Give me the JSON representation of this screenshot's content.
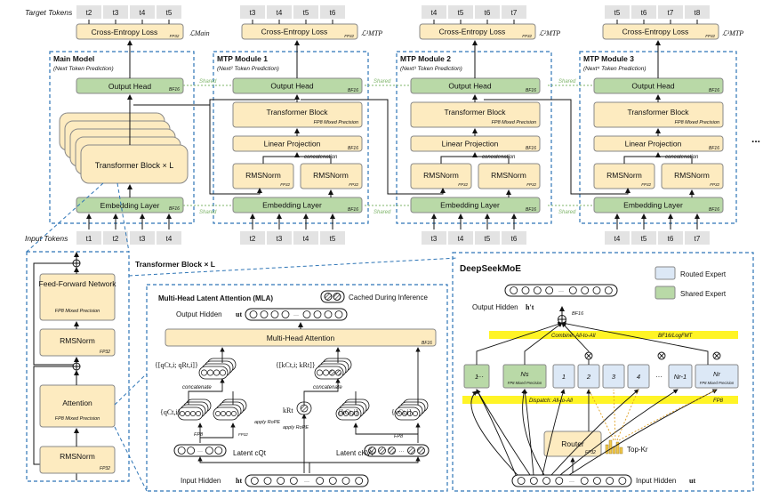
{
  "labels": {
    "target_tokens": "Target Tokens",
    "input_tokens": "Input Tokens",
    "shared": "Shared",
    "concatenation": "concatenation",
    "ellipsis": "..."
  },
  "main_model": {
    "title": "Main Model",
    "subtitle": "(Next Token Prediction)",
    "targets": [
      "t2",
      "t3",
      "t4",
      "t5"
    ],
    "inputs": [
      "t1",
      "t2",
      "t3",
      "t4"
    ],
    "loss": "Cross-Entropy Loss",
    "loss_tag": "FP32",
    "loss_symbol": "ℒMain",
    "output_head": "Output Head",
    "output_head_tag": "BF16",
    "transformer": "Transformer Block × L",
    "embedding": "Embedding Layer",
    "embedding_tag": "BF16"
  },
  "mtp_modules": [
    {
      "title": "MTP Module 1",
      "subtitle": "(Next² Token Prediction)",
      "targets": [
        "t3",
        "t4",
        "t5",
        "t6"
      ],
      "inputs": [
        "t2",
        "t3",
        "t4",
        "t5"
      ],
      "loss_symbol": "ℒ¹MTP"
    },
    {
      "title": "MTP Module 2",
      "subtitle": "(Next³ Token Prediction)",
      "targets": [
        "t4",
        "t5",
        "t6",
        "t7"
      ],
      "inputs": [
        "t3",
        "t4",
        "t5",
        "t6"
      ],
      "loss_symbol": "ℒ²MTP"
    },
    {
      "title": "MTP Module 3",
      "subtitle": "(Next⁴ Token Prediction)",
      "targets": [
        "t5",
        "t6",
        "t7",
        "t8"
      ],
      "inputs": [
        "t4",
        "t5",
        "t6",
        "t7"
      ],
      "loss_symbol": "ℒ³MTP"
    }
  ],
  "mtp_common": {
    "loss": "Cross-Entropy Loss",
    "loss_tag": "FP32",
    "output_head": "Output Head",
    "output_head_tag": "BF16",
    "transformer": "Transformer Block",
    "transformer_tag": "FP8 Mixed Precision",
    "linear": "Linear Projection",
    "linear_tag": "BF16",
    "rmsnorm": "RMSNorm",
    "rmsnorm_tag": "FP32",
    "embedding": "Embedding Layer",
    "embedding_tag": "BF16"
  },
  "transformer_block": {
    "title": "Transformer Block × L",
    "ffn": "Feed-Forward Network",
    "ffn_tag": "FP8 Mixed Precision",
    "rmsnorm": "RMSNorm",
    "rmsnorm_tag": "FP32",
    "attention": "Attention",
    "attention_tag": "FP8 Mixed Precision"
  },
  "mla": {
    "title": "Multi-Head Latent Attention (MLA)",
    "cached": "Cached During Inference",
    "output_hidden": "Output Hidden",
    "output_hidden_sym": "ut",
    "mha": "Multi-Head Attention",
    "mha_tag": "BF16",
    "concatenate": "concatenate",
    "q_concat": "{[qCt,i; qRt,i]}",
    "k_concat": "{[kCt,i; kRt]}",
    "q_c": "{qCt,i}",
    "q_r": "{qRt,i}",
    "k_r": "kRt",
    "k_c": "{kCt,i}",
    "v_c": "{vCt,i}",
    "apply_rope": "apply RoPE",
    "fp8": "FP8",
    "fp32": "FP32",
    "latent_q": "Latent cQt",
    "latent_kv": "Latent cKVt",
    "input_hidden": "Input Hidden",
    "input_hidden_sym": "ht"
  },
  "moe": {
    "title": "DeepSeekMoE",
    "legend_routed": "Routed Expert",
    "legend_shared": "Shared Expert",
    "output_hidden": "Output Hidden",
    "output_hidden_sym": "h′t",
    "bf16": "BF16",
    "combine": "Combine: All-to-All",
    "combine_tag": "BF16/LogFMT",
    "dispatch": "Dispatch: All-to-All",
    "dispatch_tag": "FP8",
    "shared_experts": [
      "1",
      "Ns"
    ],
    "routed_experts": [
      "1",
      "2",
      "3",
      "4",
      "Nr-1",
      "Nr"
    ],
    "expert_tag": "FP8 Mixed Precision",
    "router": "Router",
    "router_tag": "FP32",
    "topk": "Top-Kr",
    "input_hidden": "Input Hidden",
    "input_hidden_sym": "ut"
  },
  "colors": {
    "yellow_block": "#fdebc0",
    "green_block": "#b9d9a7",
    "blue_block": "#dce8f6",
    "dashed_border": "#2e75b6",
    "highlight": "#fff200",
    "token_gray": "#e3e3e3"
  }
}
